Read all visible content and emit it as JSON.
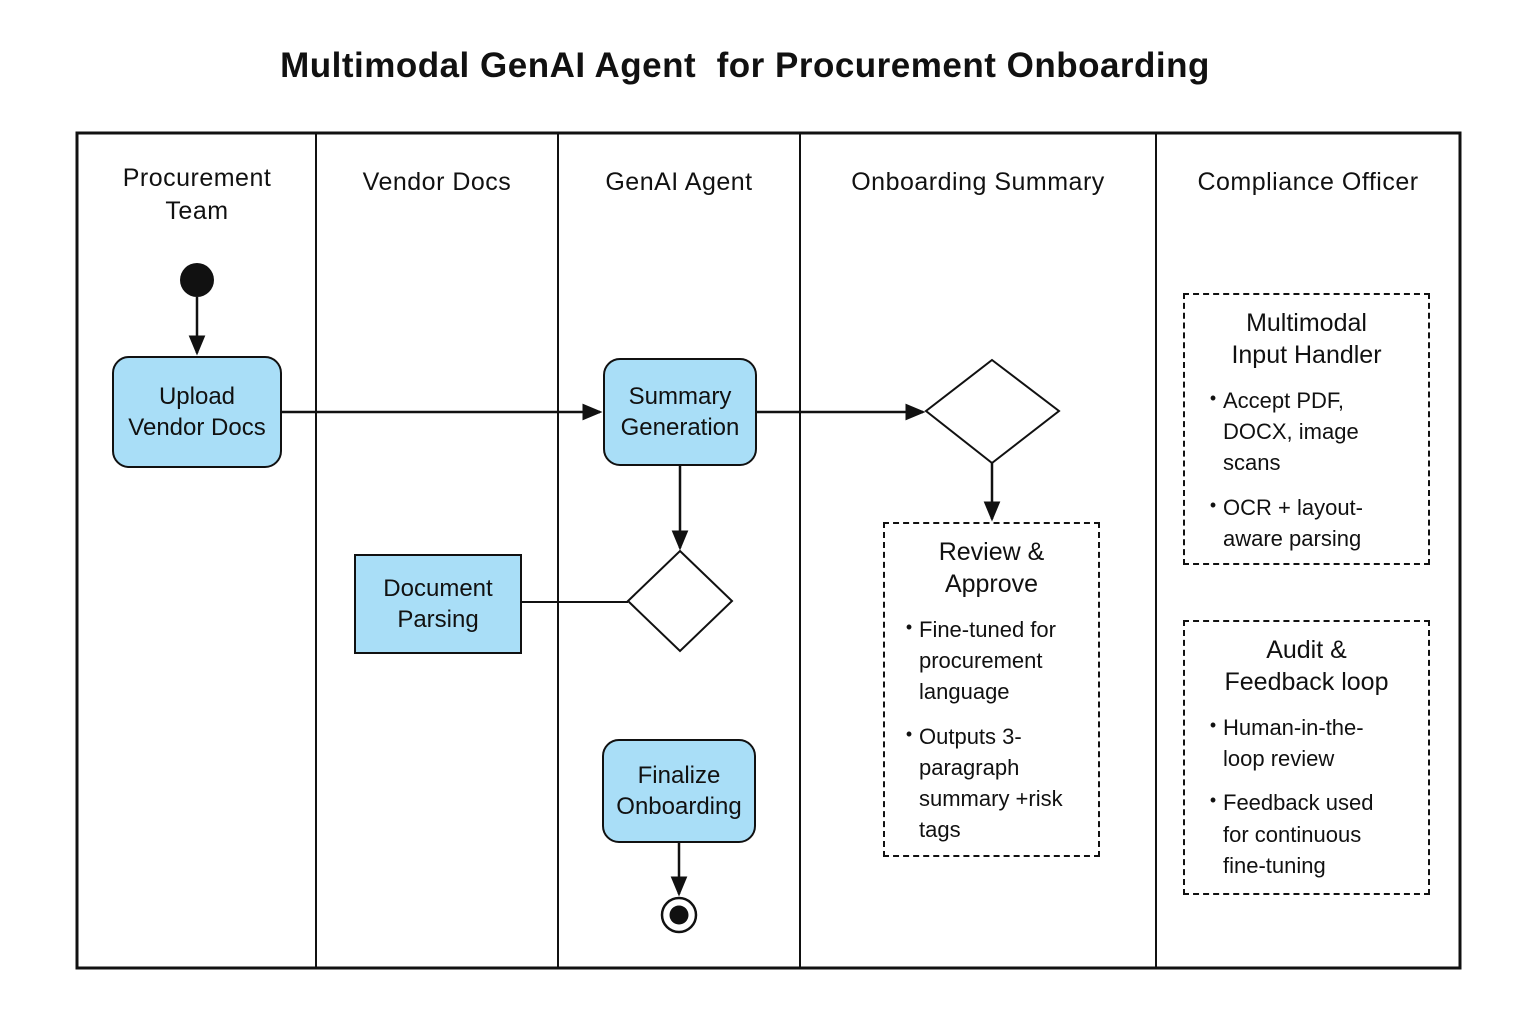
{
  "title": "Multimodal GenAI Agent  for Procurement Onboarding",
  "glyphs": {
    "bullet": "•"
  },
  "lanes": [
    {
      "label": "Procurement Team"
    },
    {
      "label": "Vendor Docs"
    },
    {
      "label": "GenAI Agent"
    },
    {
      "label": "Onboarding Summary"
    },
    {
      "label": "Compliance Officer"
    }
  ],
  "nodes": {
    "upload": {
      "lines": [
        "Upload",
        "Vendor Docs"
      ]
    },
    "summary": {
      "lines": [
        "Summary",
        "Generation"
      ]
    },
    "parsing": {
      "lines": [
        "Document",
        "Parsing"
      ]
    },
    "finalize": {
      "lines": [
        "Finalize",
        "Onboarding"
      ]
    }
  },
  "boxes": {
    "review": {
      "title_lines": [
        "Review &",
        "Approve"
      ],
      "bullets": [
        "Fine-tuned for procurement language",
        "Outputs 3-paragraph summary +risk tags"
      ]
    },
    "multimodal": {
      "title_lines": [
        "Multimodal",
        "Input Handler"
      ],
      "bullets": [
        "Accept PDF, DOCX, image scans",
        "OCR + layout-aware parsing"
      ]
    },
    "audit": {
      "title_lines": [
        "Audit &",
        "Feedback loop"
      ],
      "bullets": [
        "Human-in-the-loop review",
        "Feedback used for continuous fine-tuning"
      ]
    }
  },
  "colors": {
    "node_fill": "#a9def7",
    "line": "#111111",
    "background": "#ffffff"
  }
}
